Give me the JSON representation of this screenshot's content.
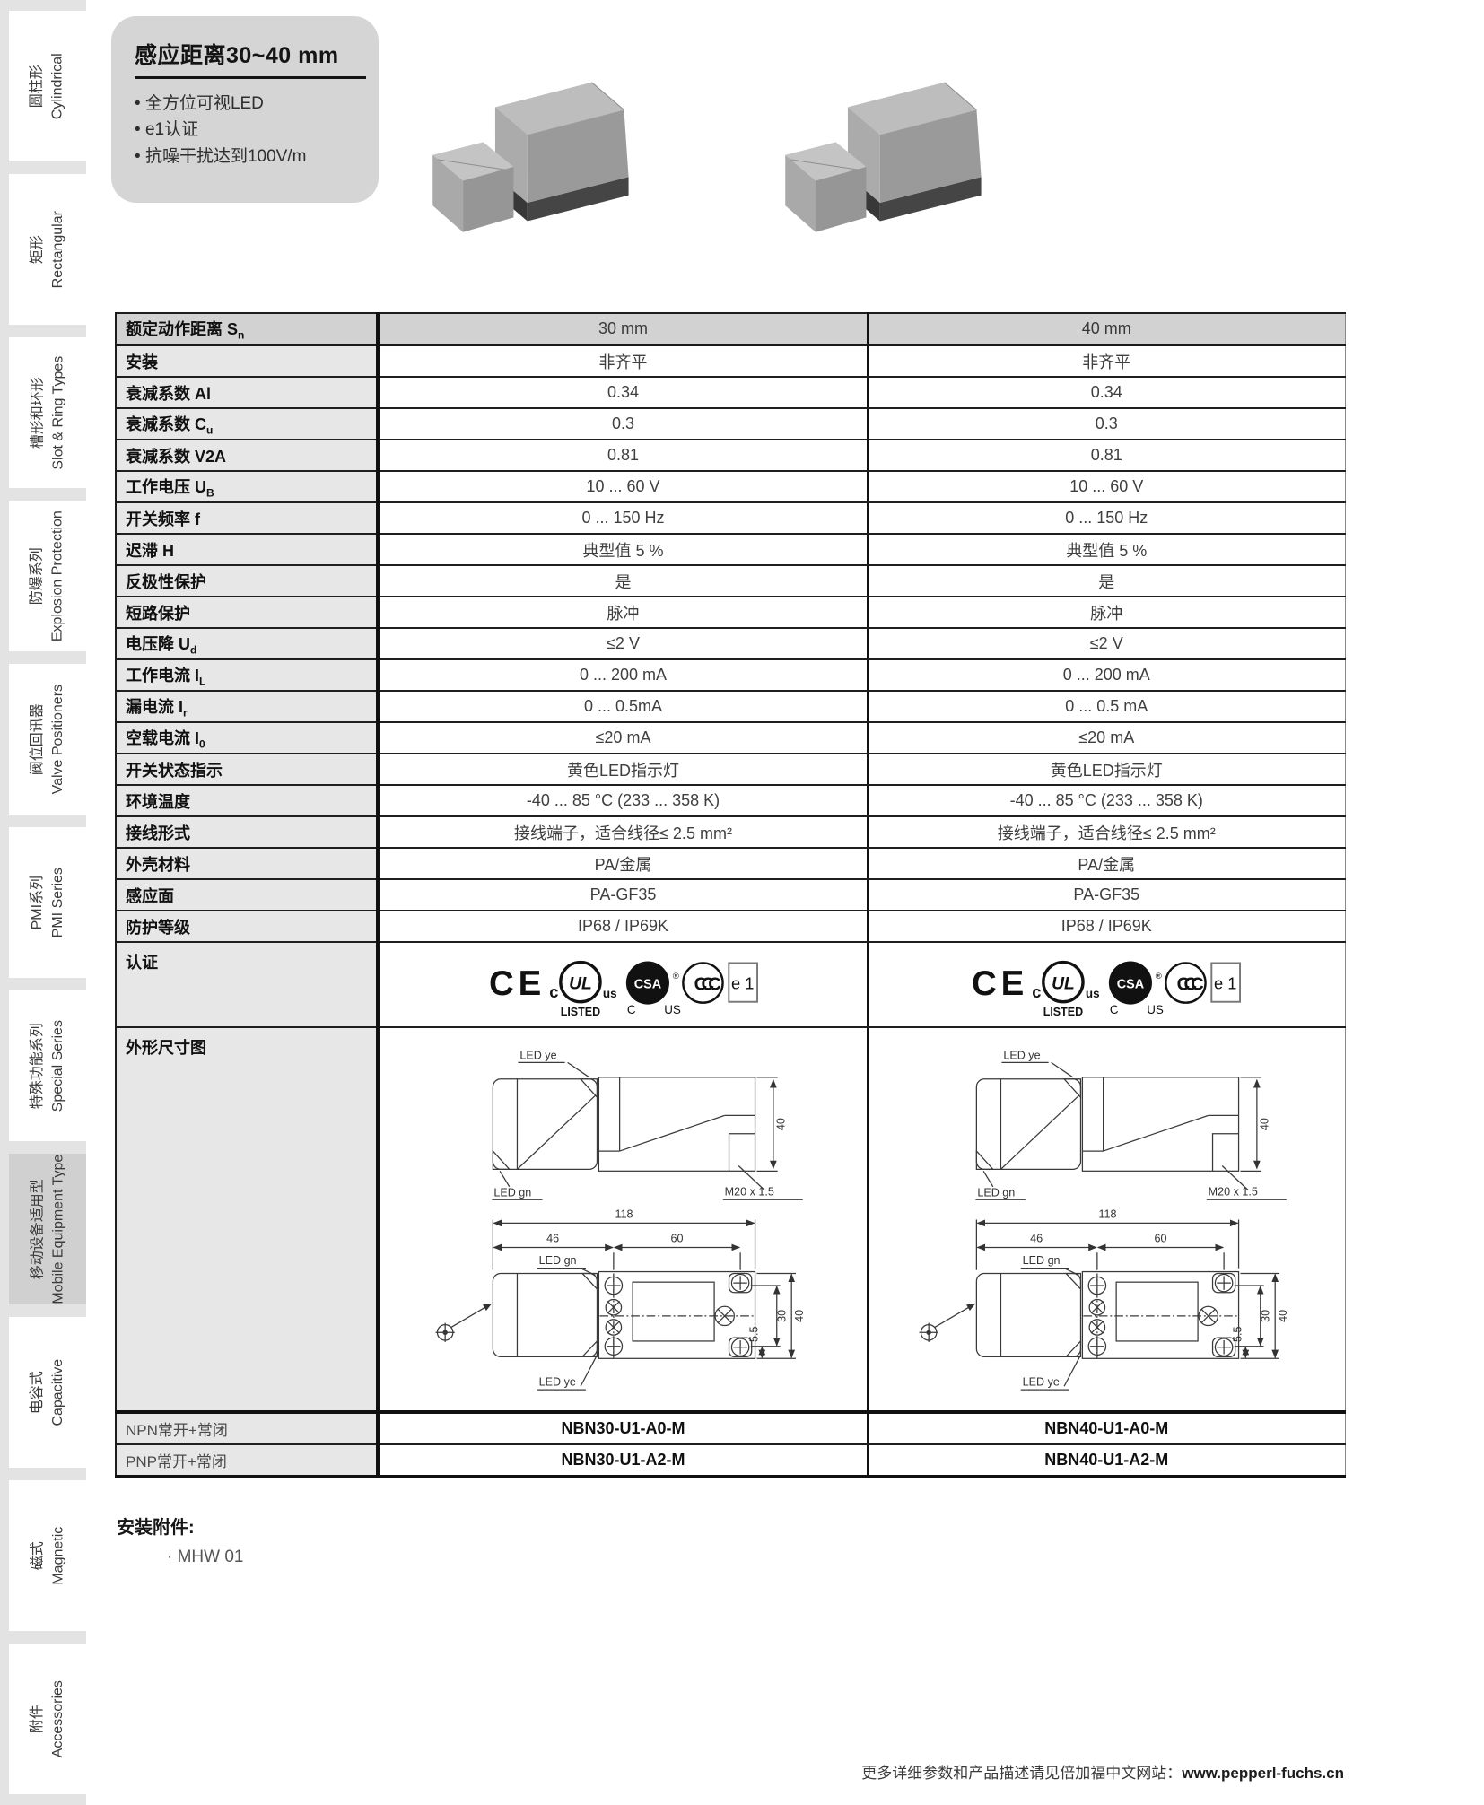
{
  "sidebar": {
    "tabs": [
      {
        "zh": "圆柱形",
        "en": "Cylindrical",
        "active": false
      },
      {
        "zh": "矩形",
        "en": "Rectangular",
        "active": false
      },
      {
        "zh": "槽形和环形",
        "en": "Slot & Ring Types",
        "active": false
      },
      {
        "zh": "防爆系列",
        "en": "Explosion Protection",
        "active": false
      },
      {
        "zh": "阀位回讯器",
        "en": "Valve Positioners",
        "active": false
      },
      {
        "zh": "PMI系列",
        "en": "PMI Series",
        "active": false
      },
      {
        "zh": "特殊功能系列",
        "en": "Special Series",
        "active": false
      },
      {
        "zh": "移动设备适用型",
        "en": "Mobile Equipment Type",
        "active": true
      },
      {
        "zh": "电容式",
        "en": "Capacitive",
        "active": false
      },
      {
        "zh": "磁式",
        "en": "Magnetic",
        "active": false
      },
      {
        "zh": "附件",
        "en": "Accessories",
        "active": false
      }
    ]
  },
  "header_box": {
    "title": "感应距离30~40 mm",
    "bullets": [
      "全方位可视LED",
      "e1认证",
      "抗噪干扰达到100V/m"
    ]
  },
  "table": {
    "header": {
      "label": "额定动作距离 S",
      "label_sub": "n",
      "col1": "30 mm",
      "col2": "40 mm"
    },
    "rows": [
      {
        "label": "安装",
        "v": [
          "非齐平",
          "非齐平"
        ]
      },
      {
        "label": "衰减系数 Al",
        "v": [
          "0.34",
          "0.34"
        ]
      },
      {
        "label": "衰减系数 C",
        "sub": "u",
        "v": [
          "0.3",
          "0.3"
        ]
      },
      {
        "label": "衰减系数 V2A",
        "v": [
          "0.81",
          "0.81"
        ]
      },
      {
        "label": "工作电压 U",
        "sub": "B",
        "v": [
          "10 ... 60 V",
          "10 ... 60 V"
        ]
      },
      {
        "label": "开关频率 f",
        "v": [
          "0 ... 150 Hz",
          "0 ... 150 Hz"
        ]
      },
      {
        "label": "迟滞 H",
        "v": [
          "典型值 5 %",
          "典型值 5 %"
        ]
      },
      {
        "label": "反极性保护",
        "v": [
          "是",
          "是"
        ]
      },
      {
        "label": "短路保护",
        "v": [
          "脉冲",
          "脉冲"
        ]
      },
      {
        "label": "电压降 U",
        "sub": "d",
        "v": [
          "≤2 V",
          "≤2 V"
        ]
      },
      {
        "label": "工作电流 I",
        "sub": "L",
        "v": [
          "0 ... 200 mA",
          "0 ... 200 mA"
        ]
      },
      {
        "label": "漏电流 I",
        "sub": "r",
        "v": [
          "0 ... 0.5mA",
          "0 ... 0.5 mA"
        ]
      },
      {
        "label": "空载电流 I",
        "sub": "0",
        "v": [
          "≤20 mA",
          "≤20 mA"
        ]
      },
      {
        "label": "开关状态指示",
        "v": [
          "黄色LED指示灯",
          "黄色LED指示灯"
        ]
      },
      {
        "label": "环境温度",
        "v": [
          "-40 ... 85 °C (233 ... 358 K)",
          "-40 ... 85 °C (233 ... 358 K)"
        ]
      },
      {
        "label": "接线形式",
        "v": [
          "接线端子，适合线径≤ 2.5 mm²",
          "接线端子，适合线径≤ 2.5 mm²"
        ]
      },
      {
        "label": "外壳材料",
        "v": [
          "PA/金属",
          "PA/金属"
        ]
      },
      {
        "label": "感应面",
        "v": [
          "PA-GF35",
          "PA-GF35"
        ]
      },
      {
        "label": "防护等级",
        "v": [
          "IP68 / IP69K",
          "IP68 / IP69K"
        ]
      }
    ],
    "cert_label": "认证",
    "drawing_label": "外形尺寸图",
    "model_rows": [
      {
        "label": "NPN常开+常闭",
        "v": [
          "NBN30-U1-A0-M",
          "NBN40-U1-A0-M"
        ]
      },
      {
        "label": "PNP常开+常闭",
        "v": [
          "NBN30-U1-A2-M",
          "NBN40-U1-A2-M"
        ]
      }
    ]
  },
  "certification": {
    "ce": "CE",
    "c_left": "c",
    "ul": "UL",
    "us": "us",
    "listed": "LISTED",
    "csa": "CSA",
    "csa_c": "C",
    "csa_us": "US",
    "reg": "®",
    "ccc": "CCC",
    "e1": "e 1"
  },
  "drawing": {
    "led_ye": "LED ye",
    "led_gn": "LED gn",
    "dim_40": "40",
    "m20": "M20 x 1.5",
    "dim_118": "118",
    "dim_46": "46",
    "dim_60": "60",
    "dim_55": "5.5",
    "dim_30": "30"
  },
  "mounting": {
    "title": "安装附件:",
    "items": [
      "· MHW 01"
    ]
  },
  "footer": {
    "text": "更多详细参数和产品描述请见倍加福中文网站：",
    "url": "www.pepperl-fuchs.cn"
  }
}
